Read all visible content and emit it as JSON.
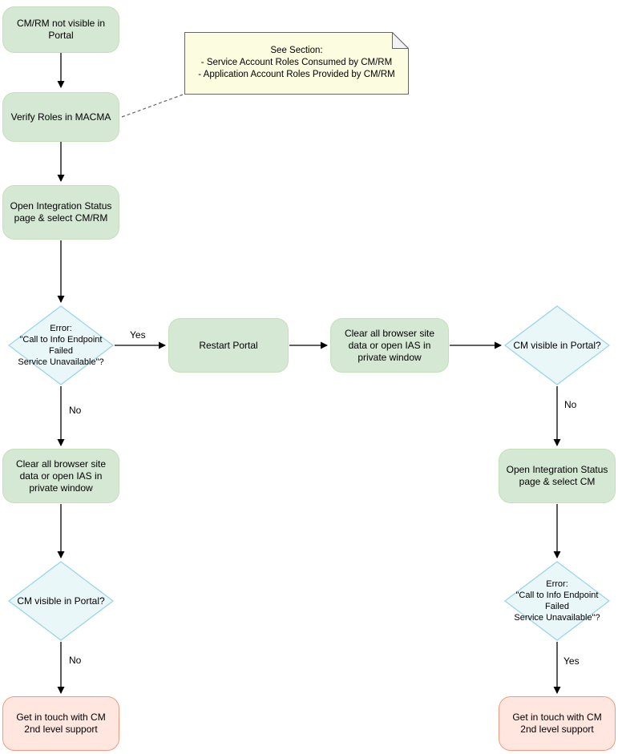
{
  "diagram": {
    "type": "flowchart",
    "title_node": "CM/RM not visible in Portal"
  },
  "colors": {
    "process_fill": "#d5e8d4",
    "process_border": "#c4dfba",
    "decision_fill": "#eaf7f9",
    "decision_stroke": "#9ad5e9",
    "note_fill": "#fcfce1",
    "note_stroke": "#666666",
    "end_fill": "#ffe6de",
    "end_stroke": "#f2997e",
    "arrow": "#000000",
    "background": "#ffffff"
  },
  "nodes": {
    "start": {
      "label": "CM/RM not visible in Portal"
    },
    "verify_roles": {
      "label": "Verify Roles in MACMA"
    },
    "open_status_cmrm": {
      "label": "Open Integration Status page & select CM/RM"
    },
    "decision_error_left": {
      "label": "Error:\n\"Call to Info Endpoint Failed\nService Unavailable\"?"
    },
    "restart_portal": {
      "label": "Restart Portal"
    },
    "clear_browser_mid": {
      "label": "Clear all browser site data or open IAS in private window"
    },
    "decision_cm_visible_right": {
      "label": "CM visible in Portal?"
    },
    "open_status_cm": {
      "label": "Open Integration Status page & select CM"
    },
    "decision_error_right": {
      "label": "Error:\n\"Call to Info Endpoint Failed\nService Unavailable\"?"
    },
    "support_right": {
      "label": "Get in touch with CM 2nd level support"
    },
    "clear_browser_left": {
      "label": "Clear all browser site data or open IAS in private window"
    },
    "decision_cm_visible_left": {
      "label": "CM visible in Portal?"
    },
    "support_left": {
      "label": "Get in touch with CM 2nd level support"
    }
  },
  "note": {
    "text": "See Section:\n- Service Account Roles Consumed by CM/RM\n- Application Account Roles Provided by CM/RM"
  },
  "edge_labels": {
    "yes_left": "Yes",
    "no_left_1": "No",
    "no_left_2": "No",
    "no_right": "No",
    "yes_right": "Yes"
  }
}
